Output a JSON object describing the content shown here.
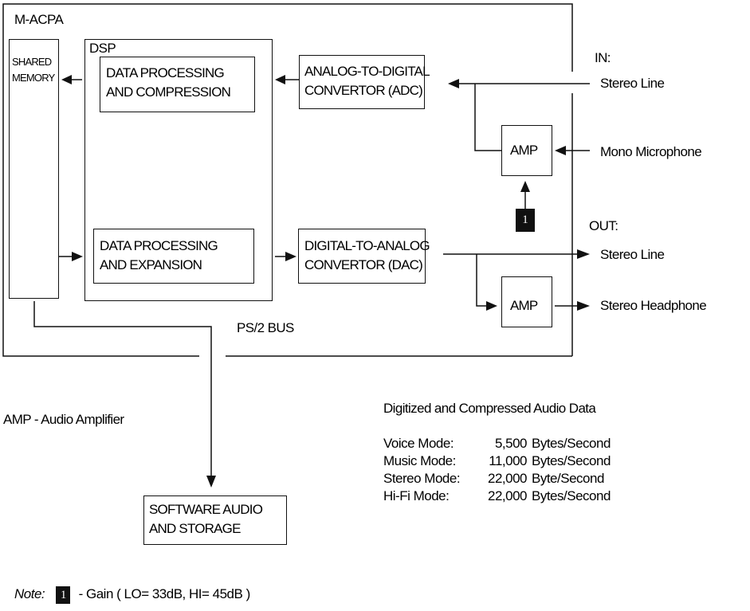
{
  "title": "M-ACPA",
  "shared_memory": [
    "SHARED",
    "MEMORY"
  ],
  "dsp": {
    "label": "DSP",
    "compression": [
      "DATA PROCESSING",
      "AND COMPRESSION"
    ],
    "expansion": [
      "DATA PROCESSING",
      "AND EXPANSION"
    ]
  },
  "adc": [
    "ANALOG-TO-DIGITAL",
    "CONVERTOR (ADC)"
  ],
  "dac": [
    "DIGITAL-TO-ANALOG",
    "CONVERTOR (DAC)"
  ],
  "amp_label": "AMP",
  "gain_badge": "1",
  "inputs": {
    "heading": "IN:",
    "items": [
      "Stereo Line",
      "Mono Microphone"
    ]
  },
  "outputs": {
    "heading": "OUT:",
    "items": [
      "Stereo Line",
      "Stereo Headphone"
    ]
  },
  "bus_label": "PS/2 BUS",
  "software_box": [
    "SOFTWARE AUDIO",
    "AND STORAGE"
  ],
  "legend_amp": "AMP - Audio Amplifier",
  "audio_data": {
    "heading": "Digitized and Compressed Audio Data",
    "modes": [
      {
        "name": "Voice Mode:",
        "value": "5,500",
        "unit": "Bytes/Second"
      },
      {
        "name": "Music Mode:",
        "value": "11,000",
        "unit": "Bytes/Second"
      },
      {
        "name": "Stereo Mode:",
        "value": "22,000",
        "unit": "Byte/Second"
      },
      {
        "name": "Hi-Fi Mode:",
        "value": "22,000",
        "unit": "Bytes/Second"
      }
    ]
  },
  "note": {
    "label": "Note:",
    "badge": "1",
    "text": "- Gain ( LO= 33dB, HI= 45dB )"
  }
}
